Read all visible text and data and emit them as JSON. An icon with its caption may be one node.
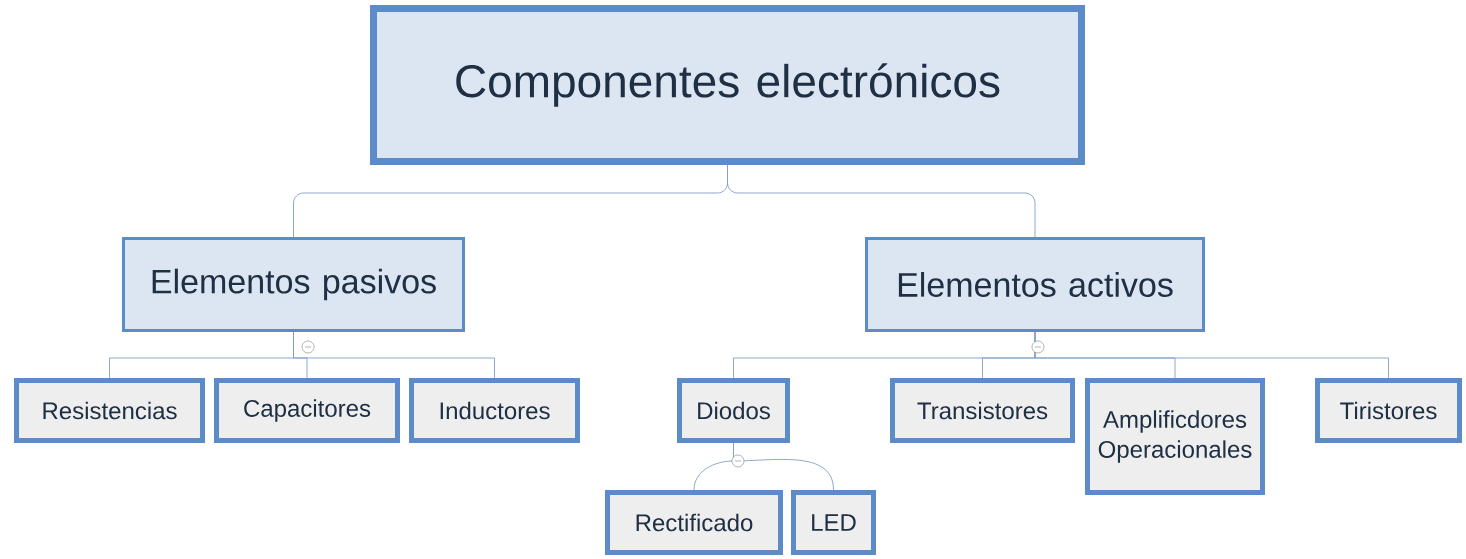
{
  "diagram": {
    "nodes": [
      {
        "text": [
          "Componentes electrónicos"
        ]
      },
      {
        "text": [
          "Elementos pasivos"
        ]
      },
      {
        "text": [
          "Elementos activos"
        ]
      },
      {
        "text": [
          "Resistencias"
        ]
      },
      {
        "text": [
          "Capacitores"
        ]
      },
      {
        "text": [
          "Inductores"
        ]
      },
      {
        "text": [
          "Diodos"
        ]
      },
      {
        "text": [
          "Transistores"
        ]
      },
      {
        "text": [
          "Amplificdores Operacionales"
        ]
      },
      {
        "text": [
          "Tiristores"
        ]
      },
      {
        "text": [
          "Rectificado"
        ]
      },
      {
        "text": [
          "LED"
        ]
      }
    ],
    "edges": [
      {
        "from": 0,
        "to": 1,
        "arrow": "none"
      },
      {
        "from": 0,
        "to": 2,
        "arrow": "none"
      },
      {
        "from": 1,
        "to": 3,
        "arrow": "none"
      },
      {
        "from": 1,
        "to": 4,
        "arrow": "none"
      },
      {
        "from": 1,
        "to": 5,
        "arrow": "none"
      },
      {
        "from": 2,
        "to": 6,
        "arrow": "none"
      },
      {
        "from": 2,
        "to": 7,
        "arrow": "none"
      },
      {
        "from": 2,
        "to": 8,
        "arrow": "none"
      },
      {
        "from": 2,
        "to": 9,
        "arrow": "none"
      },
      {
        "from": 6,
        "to": 10,
        "arrow": "none"
      },
      {
        "from": 6,
        "to": 11,
        "arrow": "none"
      }
    ]
  }
}
